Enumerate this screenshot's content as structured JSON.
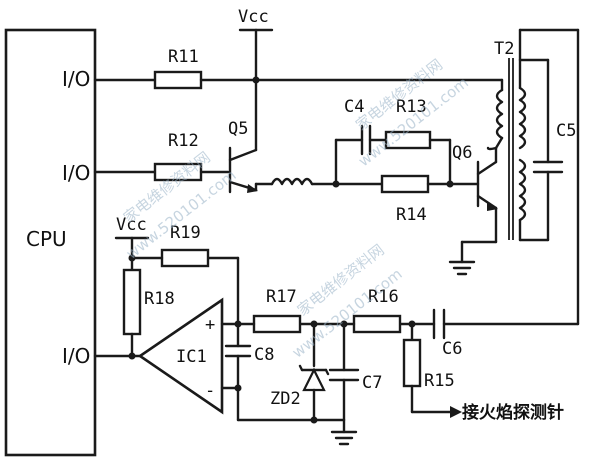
{
  "labels": {
    "cpu": "CPU",
    "io1": "I/O",
    "io2": "I/O",
    "io3": "I/O",
    "vcc_top": "Vcc",
    "vcc_left": "Vcc",
    "r11": "R11",
    "r12": "R12",
    "r13": "R13",
    "r14": "R14",
    "r15": "R15",
    "r16": "R16",
    "r17": "R17",
    "r18": "R18",
    "r19": "R19",
    "c4": "C4",
    "c5": "C5",
    "c6": "C6",
    "c7": "C7",
    "c8": "C8",
    "q5": "Q5",
    "q6": "Q6",
    "t2": "T2",
    "ic1": "IC1",
    "zd2": "ZD2",
    "plus": "+",
    "minus": "-",
    "probe": "接火焰探测针"
  },
  "watermark": {
    "text_cn": "家电维修资料网",
    "text_url": "www.520101.com"
  },
  "colors": {
    "ink": "#1a1a1a",
    "watermark": "#9ab3c8",
    "background": "#ffffff"
  }
}
